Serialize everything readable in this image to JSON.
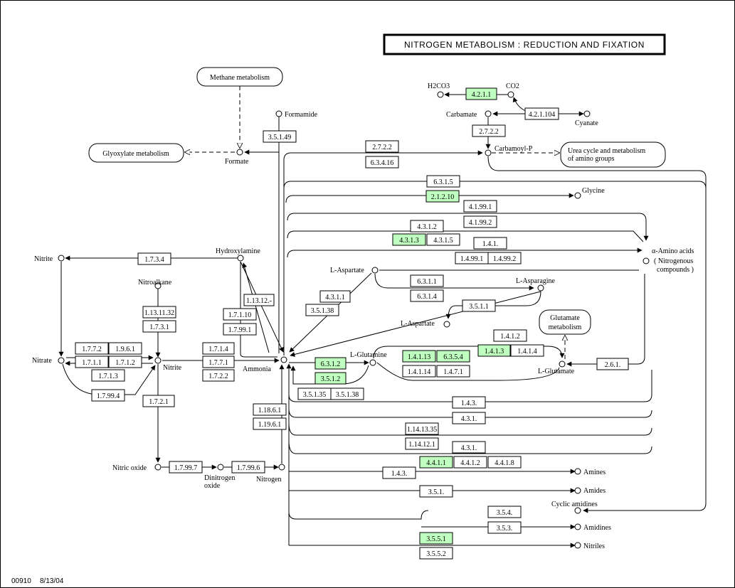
{
  "title": "NITROGEN METABOLISM : REDUCTION AND FIXATION",
  "footer": {
    "map_id": "00910",
    "date": "8/13/04"
  },
  "colors": {
    "highlight": "#bfffbf",
    "plain": "#ffffff",
    "line": "#000000"
  },
  "maps": {
    "methane": "Methane metabolism",
    "glyoxylate": "Glyoxylate metabolism",
    "urea_1": "Urea cycle and metabolism",
    "urea_2": "of amino groups",
    "glutamate_1": "Glutamate",
    "glutamate_2": "metabolism"
  },
  "compounds": {
    "formamide": "Formamide",
    "formate": "Formate",
    "h2co3": "H2CO3",
    "co2": "CO2",
    "carbamate": "Carbamate",
    "cyanate": "Cyanate",
    "carbamoyl_p": "Carbamoyl-P",
    "glycine": "Glycine",
    "amino_acids_1": "α-Amino acids",
    "amino_acids_2": "( Nitrogenous",
    "amino_acids_3": "compounds )",
    "nitrite_left": "Nitrite",
    "hydroxylamine": "Hydroxylamine",
    "nitroalkane": "Nitroalkane",
    "l_aspartate_top": "L-Aspartate",
    "l_asparagine": "L-Asparagine",
    "l_aspartate_bottom": "L-Aspartate",
    "nitrate": "Nitrate",
    "nitrite_mid": "Nitrite",
    "ammonia": "Ammonia",
    "l_glutamine": "L-Glutamine",
    "l_glutamate": "L-Glutamate",
    "nitric_oxide": "Nitric oxide",
    "dinitrogen_1": "Dinitrogen",
    "dinitrogen_2": "oxide",
    "nitrogen": "Nitrogen",
    "amines": "Amines",
    "amides": "Amides",
    "cyclic_amidines": "Cyclic amidines",
    "amidines": "Amidines",
    "nitriles": "Nitriles"
  },
  "enzymes": [
    {
      "label": "4.2.1.1",
      "highlight": true
    },
    {
      "label": "4.2.1.104",
      "highlight": false
    },
    {
      "label": "3.5.1.49",
      "highlight": false
    },
    {
      "label": "2.7.2.2",
      "highlight": false
    },
    {
      "label": "2.7.2.2",
      "highlight": false
    },
    {
      "label": "6.3.4.16",
      "highlight": false
    },
    {
      "label": "6.3.1.5",
      "highlight": false
    },
    {
      "label": "2.1.2.10",
      "highlight": true
    },
    {
      "label": "4.1.99.1",
      "highlight": false
    },
    {
      "label": "4.1.99.2",
      "highlight": false
    },
    {
      "label": "4.3.1.2",
      "highlight": false
    },
    {
      "label": "4.3.1.3",
      "highlight": true
    },
    {
      "label": "4.3.1.5",
      "highlight": false
    },
    {
      "label": "1.4.1.",
      "highlight": false
    },
    {
      "label": "1.4.99.1",
      "highlight": false
    },
    {
      "label": "1.4.99.2",
      "highlight": false
    },
    {
      "label": "1.7.3.4",
      "highlight": false
    },
    {
      "label": "1.13.12.-",
      "highlight": false
    },
    {
      "label": "6.3.1.1",
      "highlight": false
    },
    {
      "label": "6.3.1.4",
      "highlight": false
    },
    {
      "label": "4.3.1.1",
      "highlight": false
    },
    {
      "label": "3.5.1.38",
      "highlight": false
    },
    {
      "label": "3.5.1.1",
      "highlight": false
    },
    {
      "label": "1.13.11.32",
      "highlight": false
    },
    {
      "label": "1.7.3.1",
      "highlight": false
    },
    {
      "label": "1.7.1.10",
      "highlight": false
    },
    {
      "label": "1.7.99.1",
      "highlight": false
    },
    {
      "label": "1.4.1.2",
      "highlight": false
    },
    {
      "label": "1.4.1.3",
      "highlight": true
    },
    {
      "label": "1.4.1.4",
      "highlight": false
    },
    {
      "label": "1.7.7.2",
      "highlight": false
    },
    {
      "label": "1.9.6.1",
      "highlight": false
    },
    {
      "label": "1.7.1.1",
      "highlight": false
    },
    {
      "label": "1.7.1.2",
      "highlight": false
    },
    {
      "label": "1.7.1.3",
      "highlight": false
    },
    {
      "label": "1.7.1.4",
      "highlight": false
    },
    {
      "label": "1.7.7.1",
      "highlight": false
    },
    {
      "label": "1.7.2.2",
      "highlight": false
    },
    {
      "label": "6.3.1.2",
      "highlight": true
    },
    {
      "label": "3.5.1.2",
      "highlight": true
    },
    {
      "label": "1.4.1.13",
      "highlight": true
    },
    {
      "label": "6.3.5.4",
      "highlight": true
    },
    {
      "label": "1.4.1.14",
      "highlight": false
    },
    {
      "label": "1.4.7.1",
      "highlight": false
    },
    {
      "label": "2.6.1.",
      "highlight": false
    },
    {
      "label": "1.7.99.4",
      "highlight": false
    },
    {
      "label": "3.5.1.35",
      "highlight": false
    },
    {
      "label": "3.5.1.38",
      "highlight": false
    },
    {
      "label": "1.7.2.1",
      "highlight": false
    },
    {
      "label": "1.4.3.",
      "highlight": false
    },
    {
      "label": "1.18.6.1",
      "highlight": false
    },
    {
      "label": "1.19.6.1",
      "highlight": false
    },
    {
      "label": "4.3.1.",
      "highlight": false
    },
    {
      "label": "1.14.13.35",
      "highlight": false
    },
    {
      "label": "1.14.12.1",
      "highlight": false
    },
    {
      "label": "4.3.1.",
      "highlight": false
    },
    {
      "label": "1.7.99.7",
      "highlight": false
    },
    {
      "label": "1.7.99.6",
      "highlight": false
    },
    {
      "label": "4.4.1.1",
      "highlight": true
    },
    {
      "label": "4.4.1.2",
      "highlight": false
    },
    {
      "label": "4.4.1.8",
      "highlight": false
    },
    {
      "label": "1.4.3.",
      "highlight": false
    },
    {
      "label": "3.5.1.",
      "highlight": false
    },
    {
      "label": "3.5.4.",
      "highlight": false
    },
    {
      "label": "3.5.3.",
      "highlight": false
    },
    {
      "label": "3.5.5.1",
      "highlight": true
    },
    {
      "label": "3.5.5.2",
      "highlight": false
    }
  ]
}
